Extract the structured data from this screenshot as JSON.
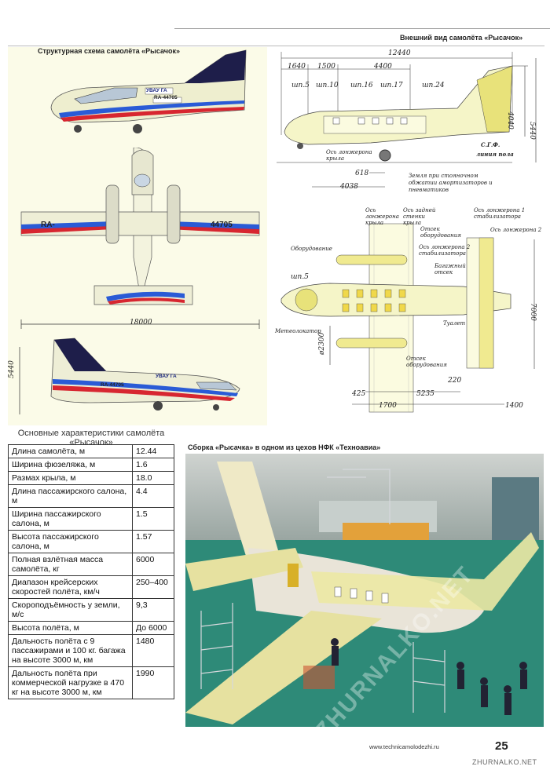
{
  "left_caption": "Структурная схема самолёта «Рысачок»",
  "right_caption": "Внешний вид самолёта «Рысачок»",
  "aircraft": {
    "reg": "RA-44705",
    "reg_wing_left": "RA-",
    "reg_wing_right": "44705",
    "fuselage_text": "УВАУ ГА"
  },
  "left_dims": {
    "span": "18000",
    "height": "5440"
  },
  "side_view": {
    "top_total": "12440",
    "d1640": "1640",
    "d1500": "1500",
    "d4400": "4400",
    "frames": [
      "шп.5",
      "шп.10",
      "шп.16",
      "шп.17",
      "шп.24"
    ],
    "h4040": "4040",
    "h5440": "5440",
    "wing_axis": "Ось лонжерона крыла",
    "floor_label": "С.Г.Ф.",
    "floor_line": "линия пола",
    "d618": "618",
    "d4038": "4038",
    "ground_note": "Земля при стояночном обжатии амортизаторов и пневматиков"
  },
  "plan_view": {
    "wing_spar": "Ось лонжерона крыла",
    "rear_wall": "Ось задней стенки крыла",
    "equip_bay_top": "Отсек оборудования",
    "stab_spar2_a": "Ось лонжерона 2 стабилизатора",
    "stab_spar1": "Ось лонжерона 1 стабилизатора",
    "stab_spar2_b": "Ось лонжерона 2",
    "equipment": "Оборудование",
    "frame5": "шп.5",
    "baggage": "Багажный отсек",
    "toilet": "Туалет",
    "radar": "Метеолокатор",
    "equip_bay_bottom": "Отсек оборудования",
    "d2300": "ø2300",
    "d7000": "7000",
    "d220": "220",
    "d425": "425",
    "d5235": "5235",
    "d1700": "1700",
    "d1400": "1400"
  },
  "table_title": "Основные характеристики самолёта «Рысачок»",
  "specs": [
    {
      "k": "Длина самолёта, м",
      "v": "12.44"
    },
    {
      "k": "Ширина фюзеляжа, м",
      "v": "1.6"
    },
    {
      "k": "Размах крыла, м",
      "v": "18.0"
    },
    {
      "k": "Длина пассажирского салона, м",
      "v": "4.4"
    },
    {
      "k": "Ширина пассажирского салона, м",
      "v": "1.5"
    },
    {
      "k": "Высота пассажирского салона, м",
      "v": "1.57"
    },
    {
      "k": "Полная взлётная масса самолёта, кг",
      "v": "6000"
    },
    {
      "k": "Диапазон крейсерских скоростей полёта, км/ч",
      "v": "250–400"
    },
    {
      "k": "Скороподъёмность у земли, м/с",
      "v": "9,3"
    },
    {
      "k": "Высота полёта, м",
      "v": "До 6000"
    },
    {
      "k": "Дальность полёта с 9 пассажирами и 100 кг. багажа на высоте 3000 м, км",
      "v": "1480"
    },
    {
      "k": "Дальность полёта при коммерческой нагрузке в 470 кг на высоте 3000 м, км",
      "v": "1990"
    }
  ],
  "photo_caption": "Сборка «Рысачка» в одном из цехов НФК «Техноавиа»",
  "footer": {
    "url": "www.technicamolodezhi.ru",
    "page": "25",
    "watermark": "ZHURNALKO.NET",
    "watermark_diag": "ZHURNALKO.NET"
  }
}
